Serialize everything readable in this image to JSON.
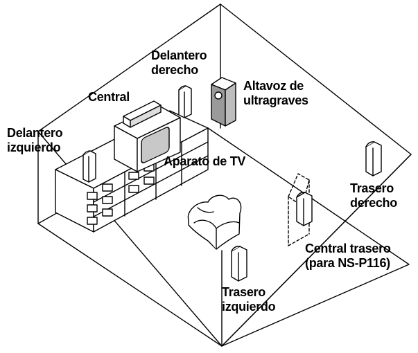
{
  "labels": {
    "front_right": {
      "line1": "Delantero",
      "line2": "derecho"
    },
    "center": {
      "line1": "Central"
    },
    "subwoofer": {
      "line1": "Altavoz de",
      "line2": "ultragraves"
    },
    "front_left": {
      "line1": "Delantero",
      "line2": "izquierdo"
    },
    "tv": {
      "line1": "Aparato de TV"
    },
    "rear_right": {
      "line1": "Trasero",
      "line2": "derecho"
    },
    "rear_center": {
      "line1": "Central trasero",
      "line2": "(para NS-P116)"
    },
    "rear_left": {
      "line1": "Trasero",
      "line2": "izquierdo"
    }
  },
  "colors": {
    "line": "#000000",
    "background": "#ffffff",
    "speaker_grille": "#dddddd",
    "subwoofer_body": "#9a9a9a",
    "tv_screen": "#c8c8c8"
  }
}
